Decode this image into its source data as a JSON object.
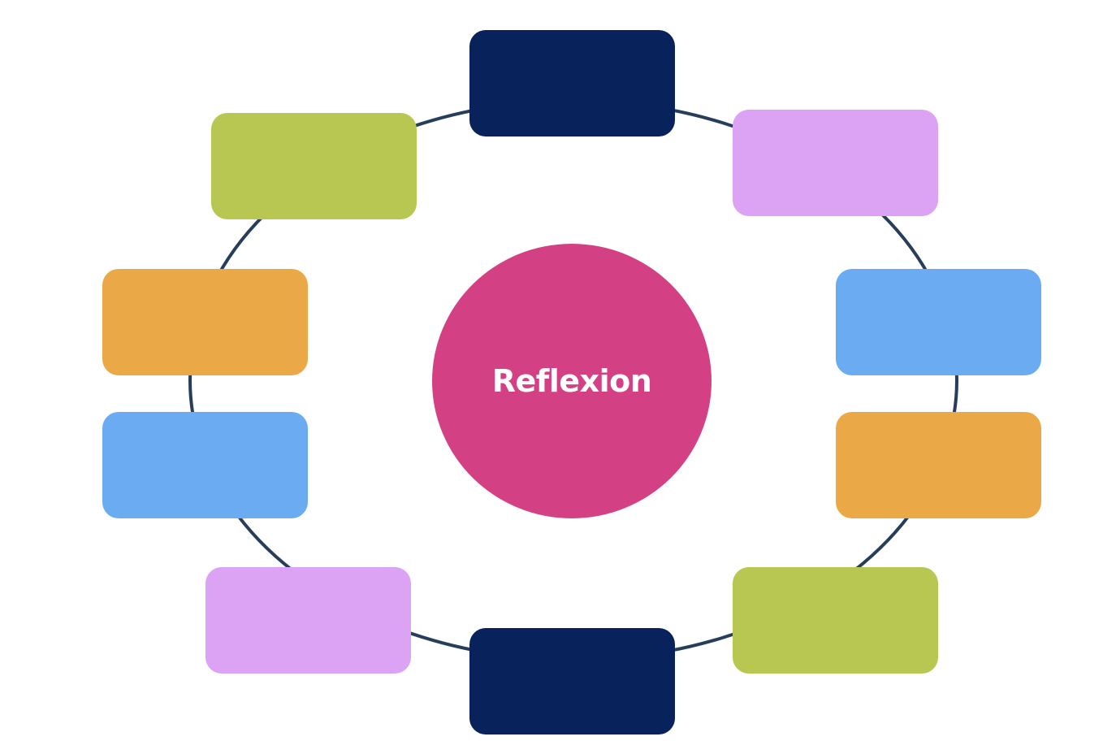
{
  "diagram": {
    "type": "cycle",
    "ring_color": "#263e5a",
    "center": {
      "label": "Reflexion",
      "color": "#d34083"
    },
    "nodes": [
      {
        "id": "top",
        "label": "",
        "color": "#08225c"
      },
      {
        "id": "top-right",
        "label": "",
        "color": "#dca3f4"
      },
      {
        "id": "right-upper",
        "label": "",
        "color": "#6babf2"
      },
      {
        "id": "right-lower",
        "label": "",
        "color": "#eaa946"
      },
      {
        "id": "bottom-right",
        "label": "",
        "color": "#b7c752"
      },
      {
        "id": "bottom",
        "label": "",
        "color": "#08225c"
      },
      {
        "id": "bottom-left",
        "label": "",
        "color": "#dca3f4"
      },
      {
        "id": "left-lower",
        "label": "",
        "color": "#6babf2"
      },
      {
        "id": "left-upper",
        "label": "",
        "color": "#eaa946"
      },
      {
        "id": "top-left",
        "label": "",
        "color": "#b7c752"
      }
    ]
  }
}
